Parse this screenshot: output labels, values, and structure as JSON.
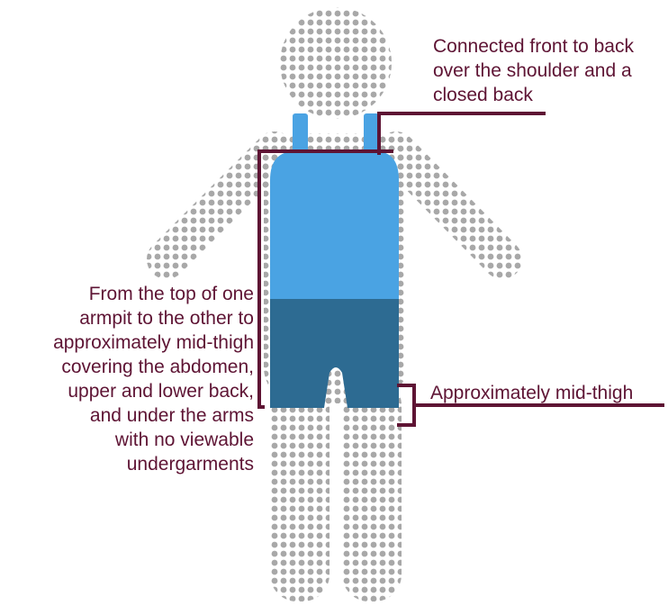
{
  "colors": {
    "figure_dots": "#a8a8a8",
    "garment_top": "#4aa3e3",
    "garment_bottom": "#2d6b92",
    "annotation": "#5e1434"
  },
  "annotations": {
    "shoulder": "Connected front to back\nover the shoulder and a\nclosed back",
    "coverage": "From the top of one\narmpit to the other to\napproximately mid-thigh\ncovering the abdomen,\nupper and lower back,\nand under the arms\nwith no viewable\nundergarments",
    "thigh": "Approximately mid-thigh"
  }
}
